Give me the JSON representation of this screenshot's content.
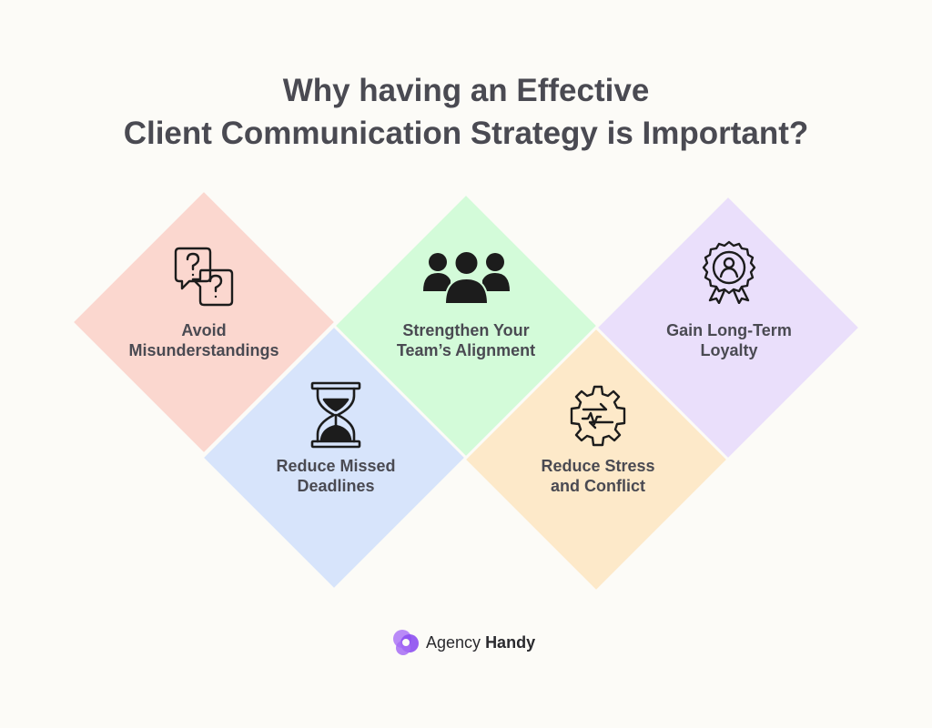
{
  "title": {
    "line1": "Why having an Effective",
    "line2": "Client Communication Strategy is Important?"
  },
  "items": [
    {
      "id": "misunderstandings",
      "icon": "question-chat-bubbles-icon",
      "color": "#fbd7cf",
      "line1": "Avoid",
      "line2": "Misunderstandings"
    },
    {
      "id": "deadlines",
      "icon": "hourglass-icon",
      "color": "#d7e4fb",
      "line1": "Reduce Missed",
      "line2": "Deadlines"
    },
    {
      "id": "alignment",
      "icon": "team-group-icon",
      "color": "#d3fbd9",
      "line1": "Strengthen Your",
      "line2": "Team’s Alignment"
    },
    {
      "id": "stress",
      "icon": "gear-arrows-icon",
      "color": "#fde9c9",
      "line1": "Reduce Stress",
      "line2": "and Conflict"
    },
    {
      "id": "loyalty",
      "icon": "award-badge-icon",
      "color": "#eadffb",
      "line1": "Gain Long-Term",
      "line2": "Loyalty"
    }
  ],
  "brand": {
    "name_regular": "Agency",
    "name_bold": "Handy",
    "logo_icon": "agency-handy-logo",
    "logo_color": "#9a5cf0"
  },
  "colors": {
    "background": "#fcfbf7",
    "text": "#4a4a52",
    "icon": "#1c1c1c"
  }
}
